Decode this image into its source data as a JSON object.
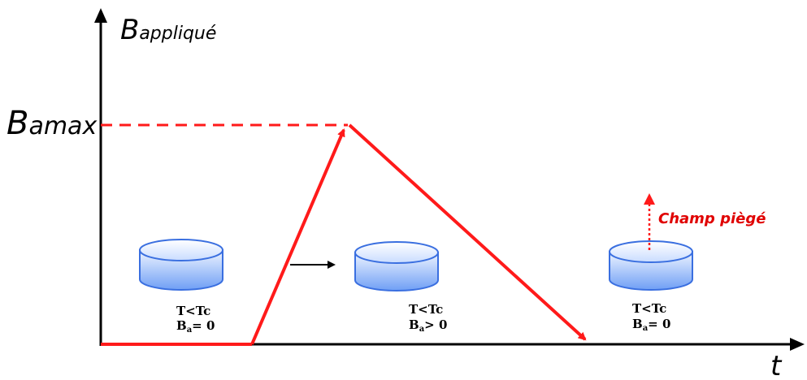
{
  "axes": {
    "y_label_main": "B",
    "y_label_sub": "appliqué",
    "x_label": "t",
    "max_label_main": "B",
    "max_label_sub": "amax"
  },
  "stages": [
    {
      "line1": "T<Tc",
      "line2_main": "B",
      "line2_sub": "a",
      "line2_rest": "= 0"
    },
    {
      "line1": "T<Tc",
      "line2_main": "B",
      "line2_sub": "a",
      "line2_rest": "> 0"
    },
    {
      "line1": "T<Tc",
      "line2_main": "B",
      "line2_sub": "a",
      "line2_rest": "= 0"
    }
  ],
  "annotations": {
    "trapped_field": "Champ piègé"
  },
  "colors": {
    "profile": "#ff1a1a",
    "axis": "#000000",
    "trapped_label": "#e00000",
    "disk_edge": "#3a6fe0",
    "disk_top": "#d6e6ff",
    "disk_side_light": "#eef4ff",
    "disk_side_dark": "#6f9ff5"
  }
}
